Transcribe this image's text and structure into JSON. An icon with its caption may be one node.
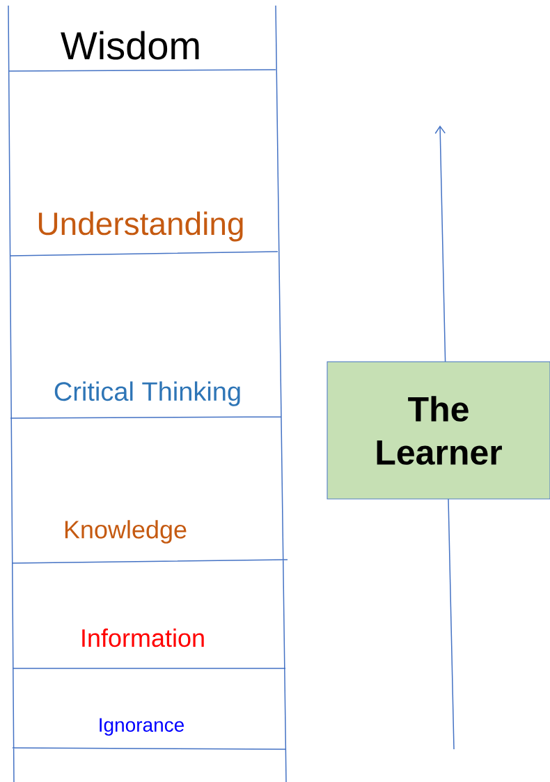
{
  "diagram": {
    "nodes": [
      {
        "text": [
          "The Learner"
        ]
      }
    ],
    "labels": [
      "Wisdom",
      "Understanding",
      "Critical Thinking",
      "Knowledge",
      "Information",
      "Ignorance"
    ]
  }
}
